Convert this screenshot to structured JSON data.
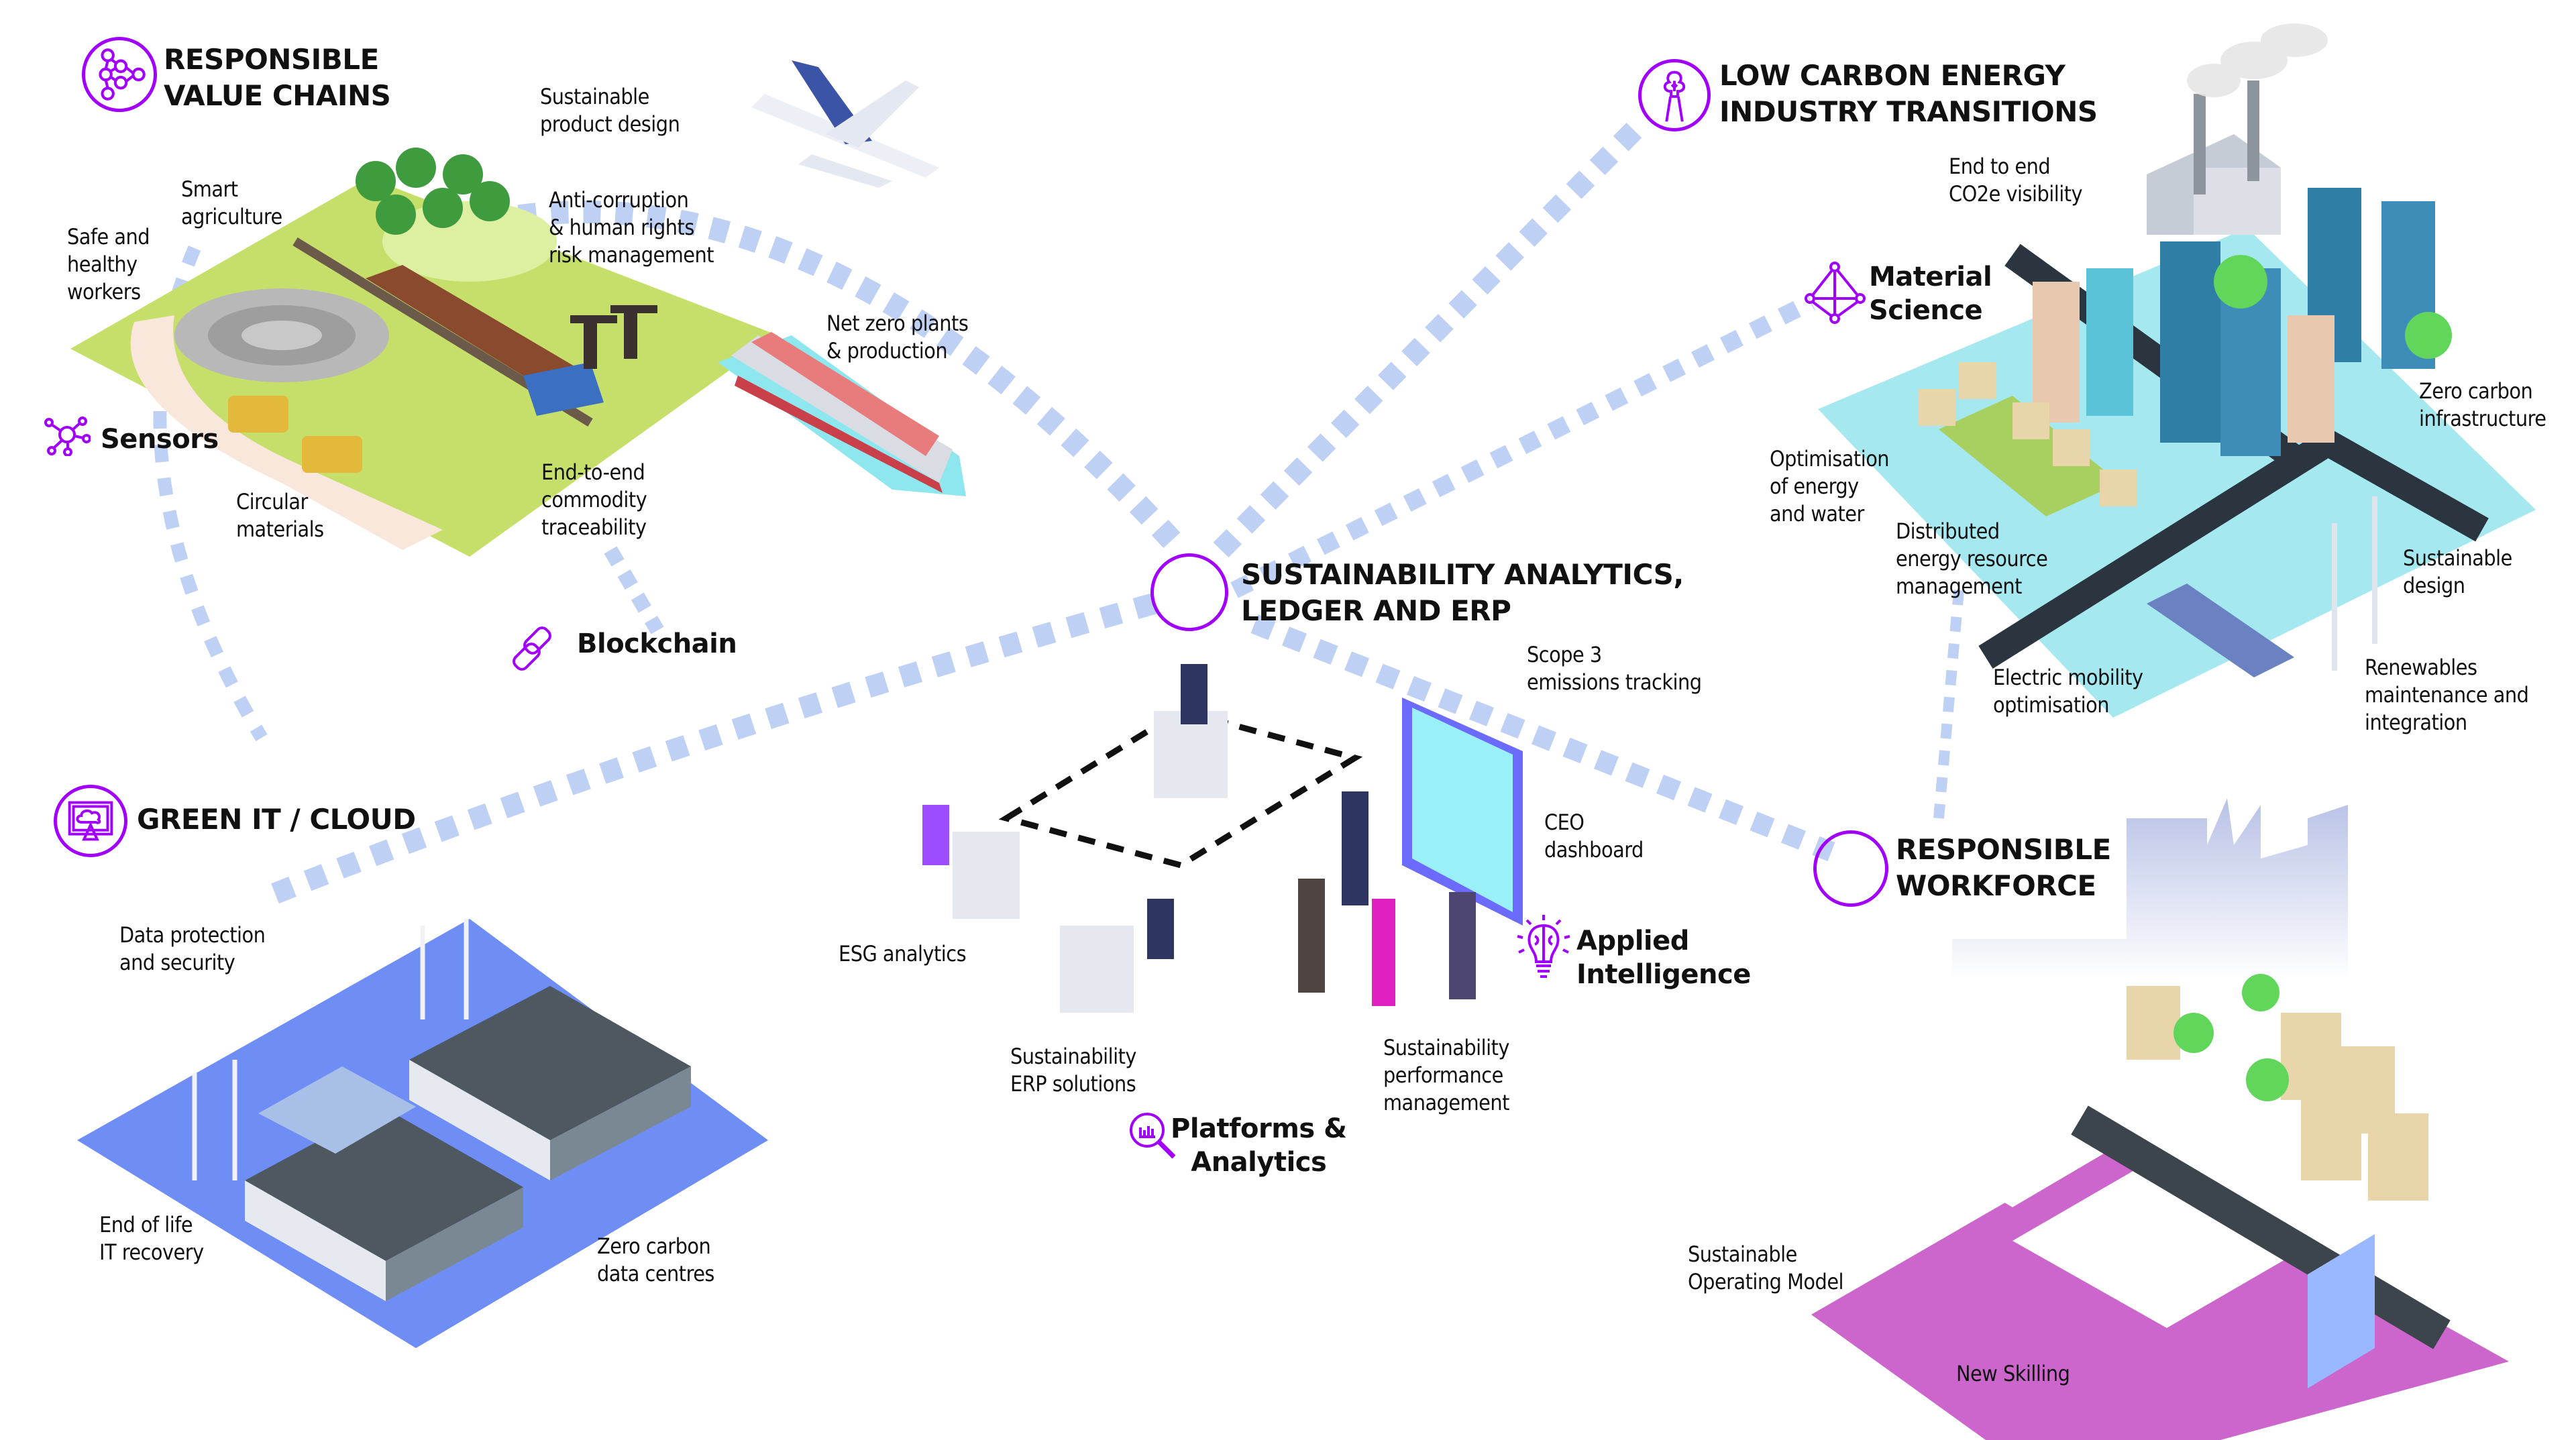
{
  "colors": {
    "accent": "#A100FF",
    "connector": "#BFD0F5",
    "value_chain_ground": "#C5DF6A",
    "energy_ground": "#A6E8F0",
    "it_ground": "#6E8EF5",
    "workforce_ground": "#CC66CC",
    "text": "#111111"
  },
  "hub": {
    "title": "SUSTAINABILITY ANALYTICS,\nLEDGER AND ERP",
    "icon": "empty-circle-icon",
    "labels": {
      "scope3": "Scope 3\nemissions tracking",
      "ceo_dashboard": "CEO\ndashboard",
      "esg_analytics": "ESG analytics",
      "erp_solutions": "Sustainability\nERP solutions",
      "performance": "Sustainability\nperformance\nmanagement"
    }
  },
  "capabilities": {
    "sensors": {
      "label": "Sensors",
      "icon": "network-nodes-icon"
    },
    "blockchain": {
      "label": "Blockchain",
      "icon": "chain-link-icon"
    },
    "material_science": {
      "label": "Material\nScience",
      "icon": "molecule-icon"
    },
    "applied_intelligence": {
      "label": "Applied\nIntelligence",
      "icon": "brain-bulb-icon"
    },
    "platforms_analytics": {
      "label": "Platforms &\nAnalytics",
      "icon": "magnifier-chart-icon"
    }
  },
  "pillars": {
    "value_chains": {
      "title": "RESPONSIBLE\nVALUE CHAINS",
      "icon": "value-chain-nodes-icon",
      "labels": {
        "product_design": "Sustainable\nproduct design",
        "smart_agriculture": "Smart\nagriculture",
        "anti_corruption": "Anti-corruption\n& human rights\nrisk management",
        "safe_workers": "Safe and\nhealthy\nworkers",
        "net_zero_plants": "Net zero plants\n& production",
        "circular_materials": "Circular\nmaterials",
        "commodity_traceability": "End-to-end\ncommodity\ntraceability"
      }
    },
    "energy": {
      "title": "LOW CARBON ENERGY\nINDUSTRY TRANSITIONS",
      "icon": "chimney-tree-icon",
      "labels": {
        "co2e_visibility": "End to end\nCO2e visibility",
        "zero_carbon_infra": "Zero carbon\ninfrastructure",
        "energy_water": "Optimisation\nof energy\nand water",
        "distributed_energy": "Distributed\nenergy resource\nmanagement",
        "sustainable_design": "Sustainable\ndesign",
        "electric_mobility": "Electric mobility\noptimisation",
        "renewables": "Renewables\nmaintenance  and\nintegration"
      }
    },
    "green_it": {
      "title": "GREEN IT / CLOUD",
      "icon": "cloud-monitor-icon",
      "labels": {
        "data_protection": "Data protection\nand security",
        "it_recovery": "End of life\nIT recovery",
        "data_centres": "Zero carbon\ndata centres"
      }
    },
    "workforce": {
      "title": "RESPONSIBLE\nWORKFORCE",
      "icon": "empty-circle-icon",
      "labels": {
        "operating_model": "Sustainable\nOperating Model",
        "new_skilling": "New Skilling"
      }
    }
  }
}
